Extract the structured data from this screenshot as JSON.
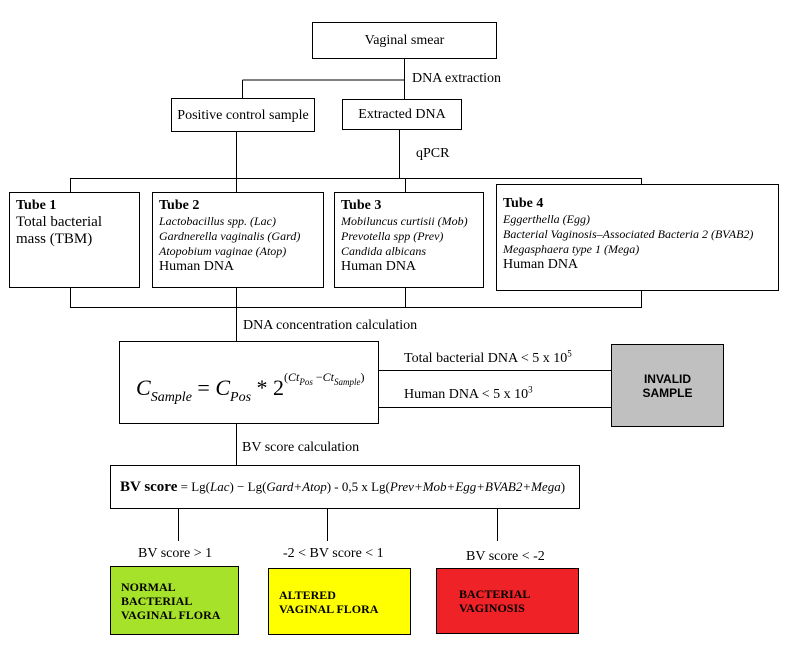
{
  "nodes": {
    "vaginal_smear": "Vaginal smear",
    "dna_extraction": "DNA extraction",
    "positive_control": "Positive control sample",
    "extracted_dna": "Extracted DNA",
    "qpcr": "qPCR"
  },
  "tubes": [
    {
      "title": "Tube 1",
      "lines": [
        "Total bacterial",
        "mass (TBM)"
      ],
      "species": [],
      "human": ""
    },
    {
      "title": "Tube 2",
      "lines": [],
      "species": [
        "Lactobacillus spp. (Lac)",
        "Gardnerella vaginalis (Gard)",
        "Atopobium vaginae (Atop)"
      ],
      "human": "Human DNA"
    },
    {
      "title": "Tube 3",
      "lines": [],
      "species": [
        "Mobiluncus curtisii (Mob)",
        "Prevotella spp (Prev)",
        "Candida albicans"
      ],
      "human": "Human DNA"
    },
    {
      "title": "Tube 4",
      "lines": [],
      "species": [
        "Eggerthella (Egg)",
        "Bacterial Vaginosis–Associated Bacteria 2 (BVAB2)",
        "Megasphaera type 1 (Mega)"
      ],
      "human": "Human DNA"
    }
  ],
  "dna_concentration_label": "DNA concentration calculation",
  "formula": {
    "c": "C",
    "sample": "Sample",
    "pos": "Pos",
    "times_two": "* 2",
    "ct": "Ct",
    "minus": " −",
    "eq": " = "
  },
  "thresholds": {
    "total_prefix": "Total bacterial DNA  < 5 x 10",
    "total_exp": "5",
    "human_prefix": "Human DNA  < 5 x 10",
    "human_exp": "3"
  },
  "invalid": [
    "INVALID",
    "SAMPLE"
  ],
  "bv_calc_label": "BV score calculation",
  "bv_formula": {
    "label": "BV score",
    "p1": " = Lg(",
    "lac": "Lac",
    "p2": ") − Lg(",
    "gardatop": "Gard+Atop",
    "p3": ") - 0,5 x Lg(",
    "rest": "Prev+Mob+Egg+BVAB2+Mega",
    "p4": ")"
  },
  "branches": {
    "b1": "BV score > 1",
    "b2": "-2 < BV score < 1",
    "b3": "BV score < -2"
  },
  "outcomes": [
    {
      "lines": [
        "NORMAL",
        "BACTERIAL",
        "VAGINAL FLORA"
      ]
    },
    {
      "lines": [
        "ALTERED",
        "VAGINAL FLORA"
      ]
    },
    {
      "lines": [
        "BACTERIAL",
        "VAGINOSIS"
      ]
    }
  ],
  "colors": {
    "normal": "#a6e22a",
    "altered": "#ffff00",
    "vaginosis": "#ee2227",
    "invalid": "#c0c0c0"
  }
}
